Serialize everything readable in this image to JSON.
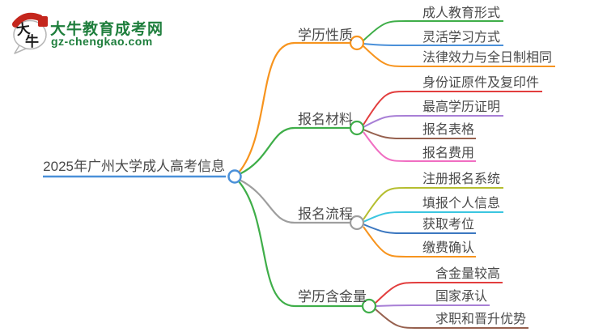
{
  "logo": {
    "icon_char1": "大",
    "icon_char2": "牛",
    "title": "大牛教育成考网",
    "domain": "gz-chengkao.com",
    "brand_green": "#1e7e3c",
    "seal_red": "#c4261d"
  },
  "colors": {
    "text": "#4a4a4a",
    "orange": "#f7941e",
    "green": "#3fae49",
    "blue": "#4a90d9",
    "dark_blue": "#3b77c0",
    "gray": "#9e9e9e",
    "red": "#e23e3e",
    "purple": "#a87fd6",
    "brown": "#96604e",
    "pink": "#f06ec2",
    "olive": "#b5be2f",
    "cyan": "#3bc6e0"
  },
  "mindmap": {
    "root": {
      "label": "2025年广州大学成人高考信息",
      "color": "#4a90d9"
    },
    "branches": [
      {
        "label": "学历性质",
        "color": "#f7941e",
        "children": [
          {
            "label": "成人教育形式",
            "color": "#3fae49"
          },
          {
            "label": "灵活学习方式",
            "color": "#4a90d9"
          },
          {
            "label": "法律效力与全日制相同",
            "color": "#f7941e"
          }
        ]
      },
      {
        "label": "报名材料",
        "color": "#3fae49",
        "children": [
          {
            "label": "身份证原件及复印件",
            "color": "#e23e3e"
          },
          {
            "label": "最高学历证明",
            "color": "#a87fd6"
          },
          {
            "label": "报名表格",
            "color": "#96604e"
          },
          {
            "label": "报名费用",
            "color": "#f06ec2"
          }
        ]
      },
      {
        "label": "报名流程",
        "color": "#9e9e9e",
        "children": [
          {
            "label": "注册报名系统",
            "color": "#b5be2f"
          },
          {
            "label": "填报个人信息",
            "color": "#3bc6e0"
          },
          {
            "label": "获取考位",
            "color": "#3b77c0"
          },
          {
            "label": "缴费确认",
            "color": "#f7941e"
          }
        ]
      },
      {
        "label": "学历含金量",
        "color": "#3fae49",
        "children": [
          {
            "label": "含金量较高",
            "color": "#e23e3e"
          },
          {
            "label": "国家承认",
            "color": "#a87fd6"
          },
          {
            "label": "求职和晋升优势",
            "color": "#96604e"
          }
        ]
      }
    ]
  }
}
